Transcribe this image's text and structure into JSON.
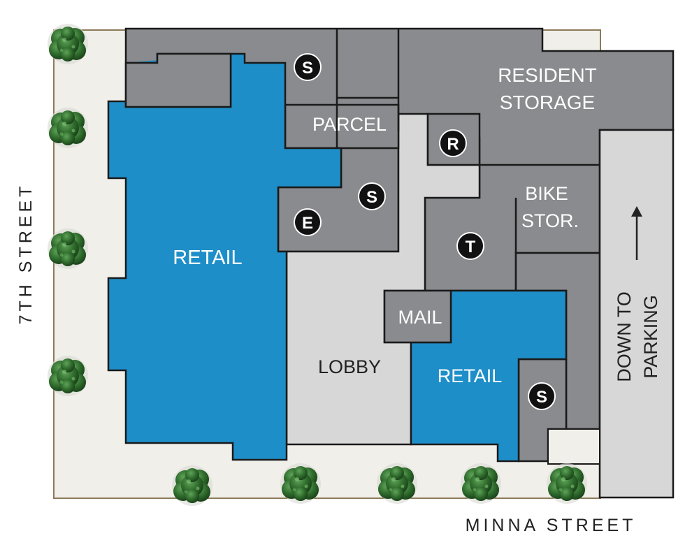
{
  "colors": {
    "background": "#ffffff",
    "sidewalk": "#f1efea",
    "sidewalk_edge": "#8c7b5a",
    "service_gray": "#898b8e",
    "lobby_gray": "#d7d7d7",
    "retail_blue": "#1e8ec8",
    "outline": "#1a1a1a",
    "light_text": "#ffffff",
    "dark_text": "#222222"
  },
  "streets": {
    "west": "7TH STREET",
    "south": "MINNA STREET"
  },
  "rooms": {
    "retail_main": "RETAIL",
    "retail_small": "RETAIL",
    "lobby": "LOBBY",
    "parcel": "PARCEL",
    "mail": "MAIL",
    "resident_storage_line1": "RESIDENT",
    "resident_storage_line2": "STORAGE",
    "bike_storage_line1": "BIKE",
    "bike_storage_line2": "STOR.",
    "parking_line1": "DOWN TO",
    "parking_line2": "PARKING"
  },
  "markers": {
    "stair_top": "S",
    "stair_middle": "S",
    "stair_bottom": "S",
    "elevator": "E",
    "trash": "T",
    "restroom": "R"
  },
  "icons": {
    "tree": "tree-icon",
    "parking_arrow": "arrow-up-icon"
  }
}
